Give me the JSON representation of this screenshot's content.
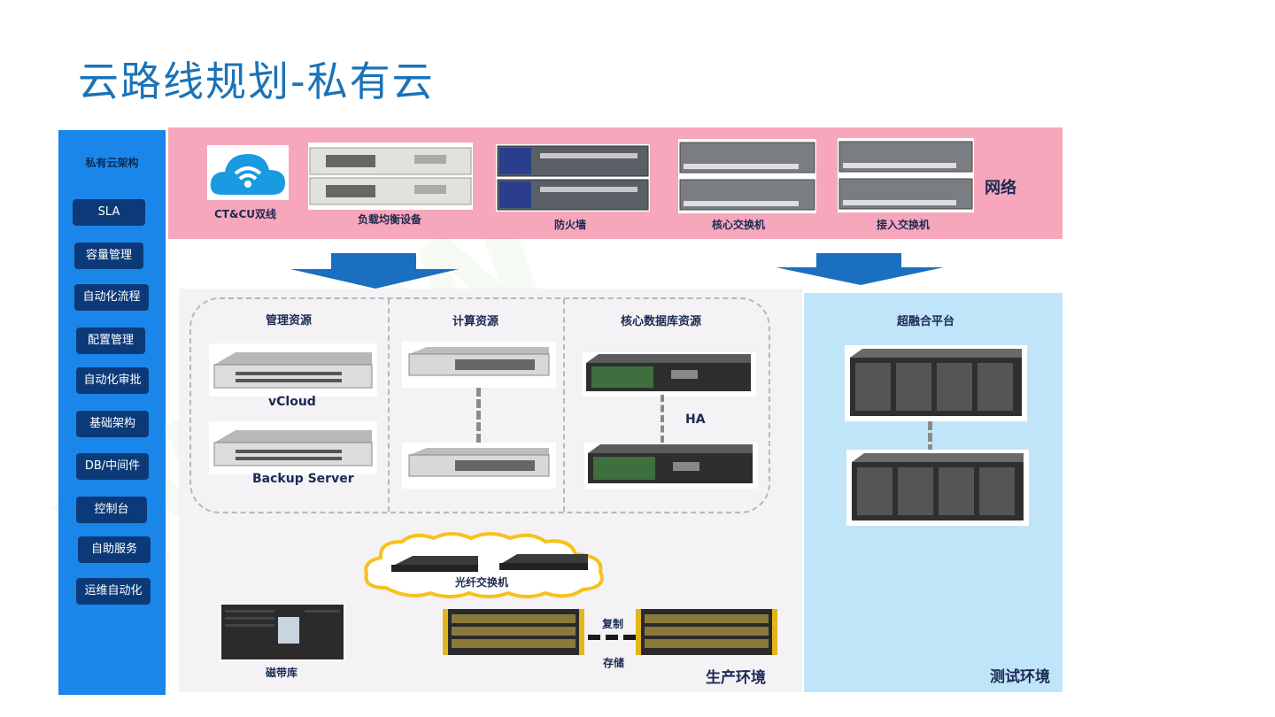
{
  "title": "云路线规划-私有云",
  "sidebar": {
    "title": "私有云架构",
    "items": [
      "SLA",
      "容量管理",
      "自动化流程",
      "配置管理",
      "自动化审批",
      "基础架构",
      "DB/中间件",
      "控制台",
      "自助服务",
      "运维自动化"
    ]
  },
  "network": {
    "label": "网络",
    "devices": [
      "CT&CU双线",
      "负载均衡设备",
      "防火墙",
      "核心交换机",
      "接入交换机"
    ]
  },
  "production": {
    "label": "生产环境",
    "mgmt": {
      "title": "管理资源",
      "server1": "vCloud",
      "server2": "Backup Server"
    },
    "compute": {
      "title": "计算资源"
    },
    "db": {
      "title": "核心数据库资源",
      "ha": "HA"
    },
    "fiber_switch": "光纤交换机",
    "tape": "磁带库",
    "replicate": "复制",
    "storage": "存储"
  },
  "test": {
    "label": "测试环境",
    "platform": "超融合平台"
  },
  "colors": {
    "title": "#1a73b8",
    "sidebar": "#1b86ea",
    "sidebar_button": "#0c3a78",
    "network_band": "#f7a7bb",
    "production_bg": "#f4f2f4",
    "test_bg": "#c1e5f8",
    "arrow": "#1a6fc0"
  }
}
